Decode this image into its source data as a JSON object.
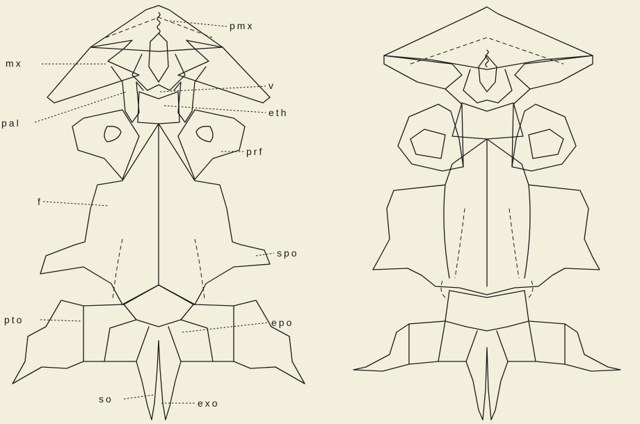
{
  "labels": {
    "pmx": "pmx",
    "mx": "mx",
    "v": "v",
    "pal": "pal",
    "eth": "eth",
    "prf": "prf",
    "f": "f",
    "spo": "spo",
    "pto": "pto",
    "epo": "epo",
    "so": "so",
    "exo": "exo"
  }
}
